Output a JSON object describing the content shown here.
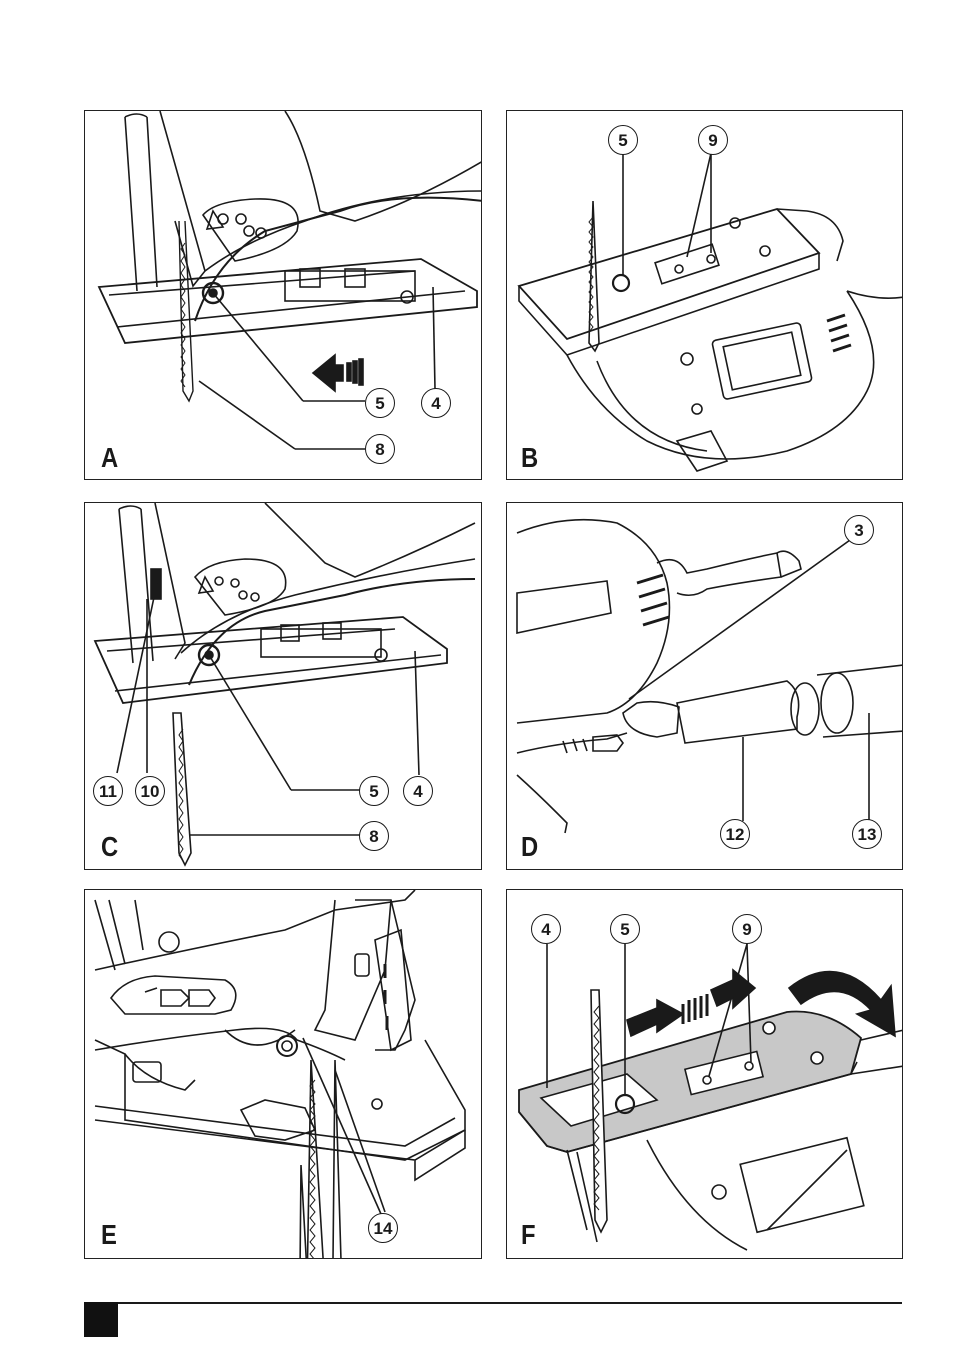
{
  "panels": {
    "A": {
      "label": "A",
      "callouts": [
        "5",
        "4",
        "8"
      ]
    },
    "B": {
      "label": "B",
      "callouts": [
        "5",
        "9"
      ]
    },
    "C": {
      "label": "C",
      "callouts": [
        "11",
        "10",
        "5",
        "4",
        "8"
      ]
    },
    "D": {
      "label": "D",
      "callouts": [
        "3",
        "12",
        "13"
      ]
    },
    "E": {
      "label": "E",
      "callouts": [
        "14"
      ]
    },
    "F": {
      "label": "F",
      "callouts": [
        "4",
        "5",
        "9"
      ]
    }
  }
}
